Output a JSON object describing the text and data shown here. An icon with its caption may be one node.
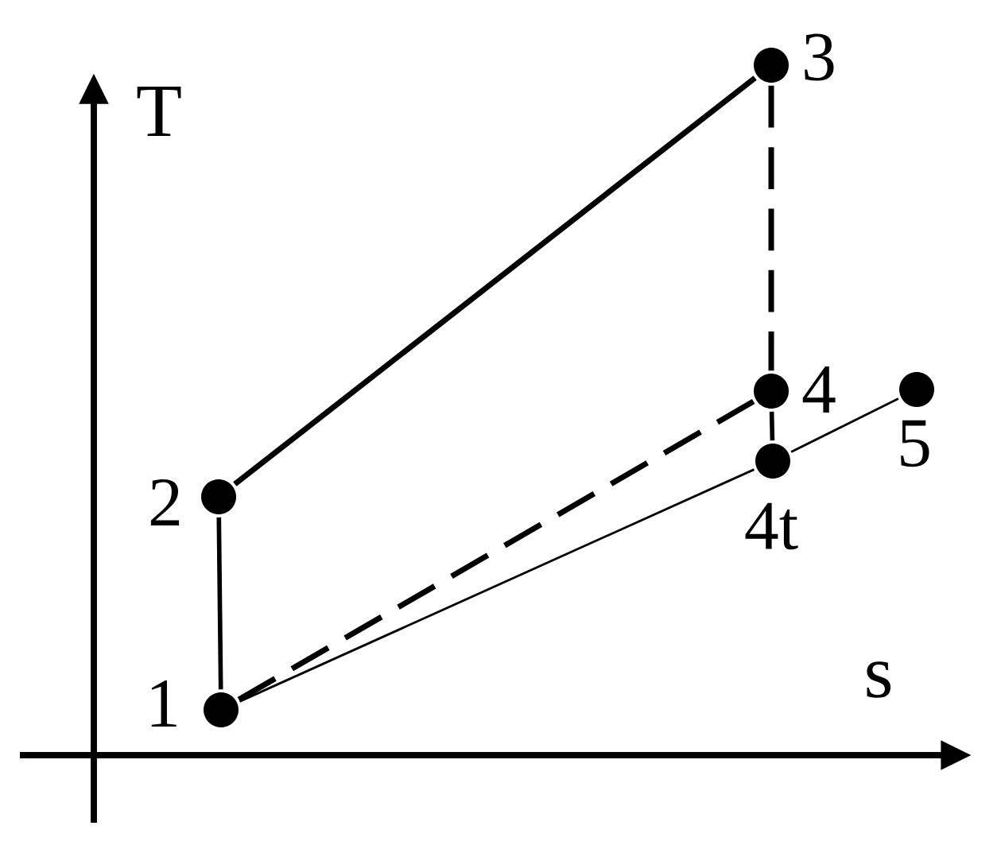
{
  "diagram": {
    "nodes": [
      {
        "text": [],
        "shape": "circle",
        "beside": [
          "1"
        ]
      },
      {
        "text": [],
        "shape": "circle",
        "beside": [
          "2"
        ]
      },
      {
        "text": [],
        "shape": "circle",
        "beside": [
          "3"
        ]
      },
      {
        "text": [],
        "shape": "circle",
        "beside": [
          "4"
        ]
      },
      {
        "text": [],
        "shape": "circle",
        "beside": [
          "4t"
        ]
      },
      {
        "text": [],
        "shape": "circle",
        "beside": [
          "5"
        ]
      }
    ],
    "edges": [
      {
        "from": 0,
        "to": 1,
        "arrow": "none"
      },
      {
        "from": 1,
        "to": 2,
        "arrow": "none"
      },
      {
        "from": 2,
        "to": 3,
        "arrow": "none",
        "style": "dashed"
      },
      {
        "from": 0,
        "to": 3,
        "arrow": "none",
        "style": "dashed"
      },
      {
        "from": 3,
        "to": 4,
        "arrow": "none"
      },
      {
        "from": 0,
        "to": 4,
        "arrow": "none"
      },
      {
        "from": 4,
        "to": 5,
        "arrow": "none"
      }
    ],
    "labels": [
      "T",
      "s"
    ]
  }
}
